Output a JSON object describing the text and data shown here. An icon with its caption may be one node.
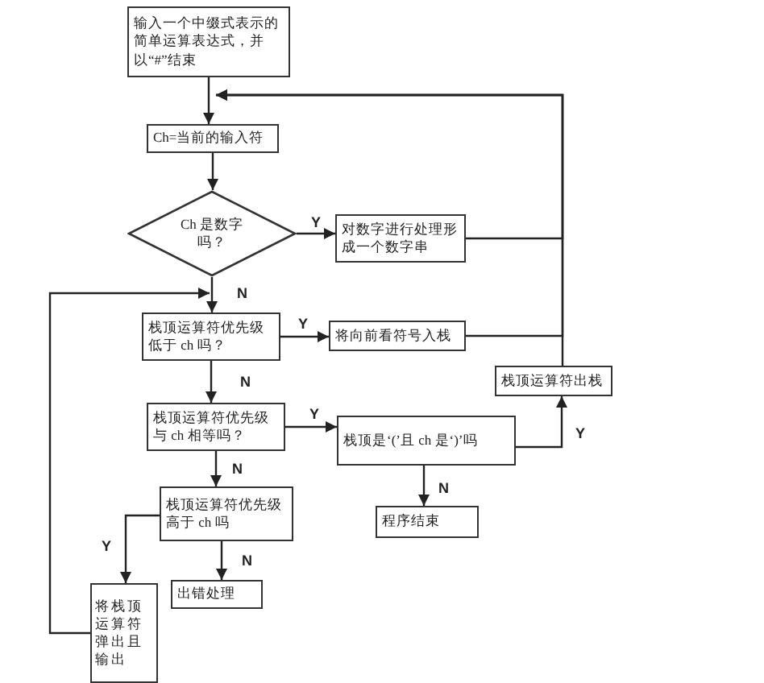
{
  "diagram": {
    "nodes": [
      {
        "text": [
          "输入一个中缀式表示的简单运算表达式，并以“#”结束"
        ]
      },
      {
        "text": [
          "Ch=当前的输入符"
        ]
      },
      {
        "text": [
          "Ch 是数字吗？"
        ]
      },
      {
        "text": [
          "对数字进行处理形成一个数字串"
        ]
      },
      {
        "text": [
          "栈顶运算符优先级低于 ch 吗？"
        ]
      },
      {
        "text": [
          "将向前看符号入栈"
        ]
      },
      {
        "text": [
          "栈顶运算符出栈"
        ]
      },
      {
        "text": [
          "栈顶运算符优先级与 ch 相等吗？"
        ]
      },
      {
        "text": [
          "栈顶是‘(’且 ch 是‘)’吗"
        ]
      },
      {
        "text": [
          "栈顶运算符优先级高于 ch 吗"
        ]
      },
      {
        "text": [
          "程序结束"
        ]
      },
      {
        "text": [
          "将栈顶运算符弹出且输出"
        ]
      },
      {
        "text": [
          "出错处理"
        ]
      }
    ],
    "edges": [
      {
        "from": 0,
        "to": 1,
        "arrow": "to"
      },
      {
        "from": 1,
        "to": 2,
        "arrow": "to"
      },
      {
        "from": 2,
        "to": 3,
        "arrow": "to",
        "label": "Y"
      },
      {
        "from": 2,
        "to": 4,
        "arrow": "to",
        "label": "N"
      },
      {
        "from": 4,
        "to": 5,
        "arrow": "to",
        "label": "Y"
      },
      {
        "from": 4,
        "to": 7,
        "arrow": "to",
        "label": "N"
      },
      {
        "from": 7,
        "to": 8,
        "arrow": "to",
        "label": "Y"
      },
      {
        "from": 7,
        "to": 9,
        "arrow": "to",
        "label": "N"
      },
      {
        "from": 8,
        "to": 6,
        "arrow": "to",
        "label": "Y"
      },
      {
        "from": 8,
        "to": 10,
        "arrow": "to",
        "label": "N"
      },
      {
        "from": 9,
        "to": 11,
        "arrow": "to",
        "label": "Y"
      },
      {
        "from": 9,
        "to": 12,
        "arrow": "to",
        "label": "N"
      },
      {
        "from": 3,
        "to": 1,
        "arrow": "to"
      },
      {
        "from": 5,
        "to": 1,
        "arrow": "to"
      },
      {
        "from": 6,
        "to": 1,
        "arrow": "to"
      },
      {
        "from": 11,
        "to": 4,
        "arrow": "to"
      }
    ]
  }
}
